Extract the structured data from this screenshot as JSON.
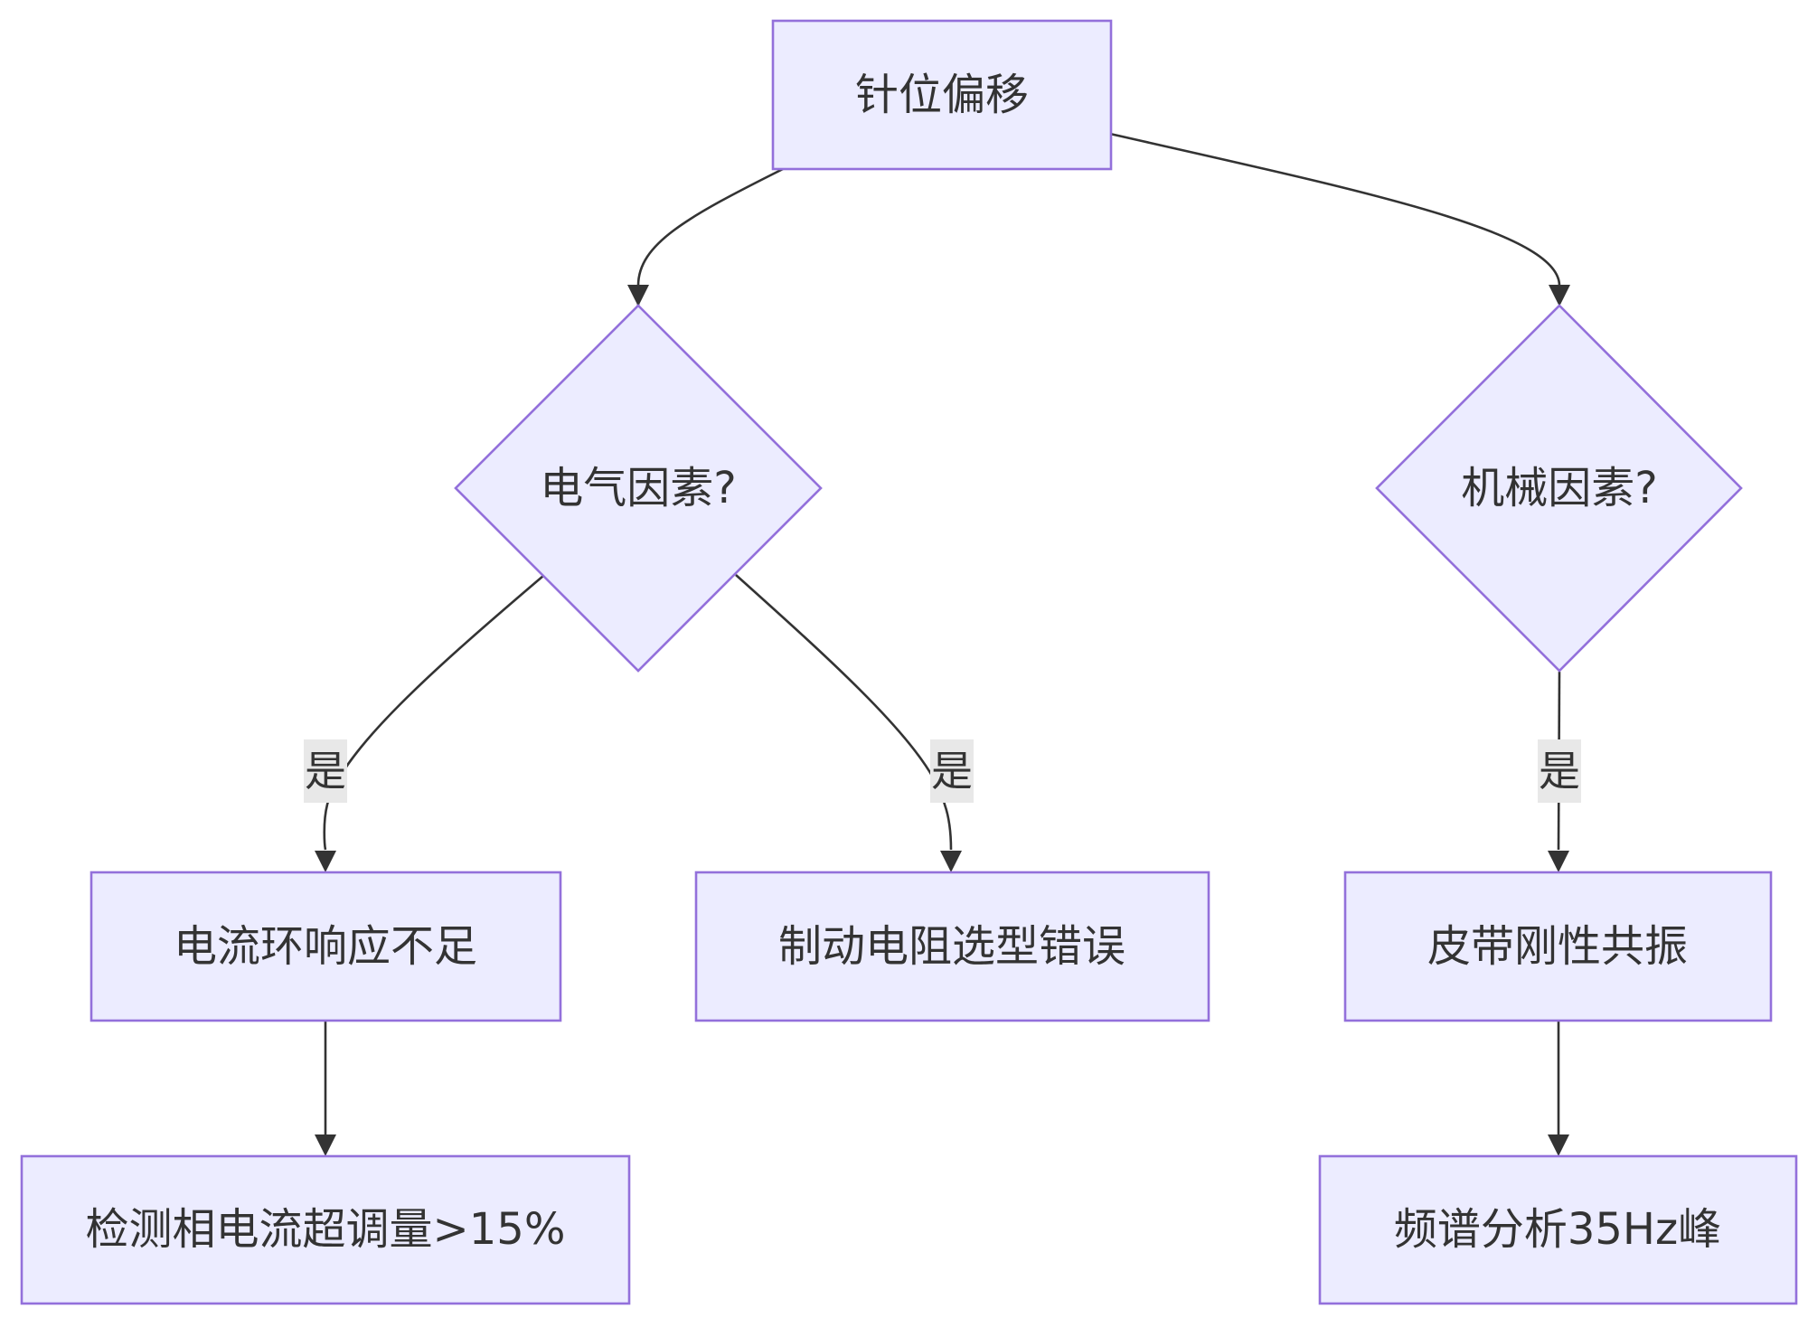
{
  "nodes": {
    "root": "针位偏移",
    "electrical": "电气因素?",
    "mechanical": "机械因素?",
    "current_loop": "电流环响应不足",
    "brake_resistor": "制动电阻选型错误",
    "belt_resonance": "皮带刚性共振",
    "overshoot": "检测相电流超调量>15%",
    "spectrum": "频谱分析35Hz峰"
  },
  "edge_labels": {
    "electrical_to_current_loop": "是",
    "electrical_to_brake_resistor": "是",
    "mechanical_to_belt_resonance": "是"
  },
  "colors": {
    "node_fill": "#ECECFF",
    "node_stroke": "#9370DB",
    "edge": "#333333",
    "label_bg": "#e8e8e8"
  }
}
